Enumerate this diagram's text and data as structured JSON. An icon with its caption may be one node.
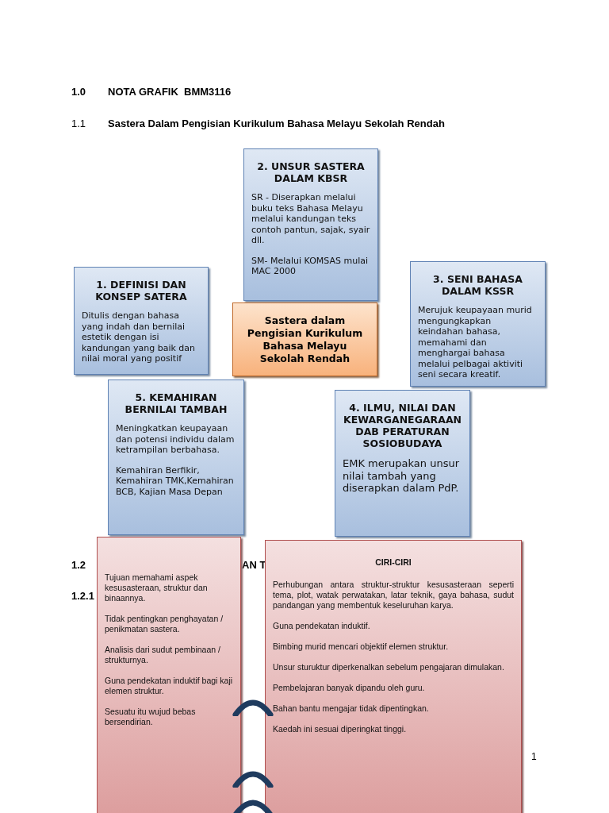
{
  "diagram": {
    "nodes": [
      {
        "text": [
          "2. UNSUR SASTERA DALAM KBSR",
          "SR - Diserapkan melalui buku teks Bahasa Melayu melalui kandungan teks contoh  pantun, sajak, syair dll.",
          "SM- Melalui KOMSAS mulai MAC 2000"
        ]
      },
      {
        "text": [
          "3. SENI BAHASA DALAM KSSR",
          "Merujuk keupayaan murid mengungkapkan keindahan bahasa, memahami dan menghargai bahasa melalui pelbagai aktiviti seni secara kreatif."
        ]
      },
      {
        "text": [
          "1. DEFINISI DAN KONSEP SATERA",
          "Ditulis dengan bahasa yang indah dan bernilai estetik dengan isi kandungan yang baik dan nilai moral yang positif"
        ]
      },
      {
        "text": [
          "Sastera dalam Pengisian Kurikulum  Bahasa Melayu Sekolah Rendah"
        ]
      },
      {
        "text": [
          "4. ILMU, NILAI DAN KEWARGANEGARAAN DAB PERATURAN SOSIOBUDAYA",
          "EMK merupakan unsur nilai tambah yang diserapkan dalam PdP."
        ]
      },
      {
        "text": [
          "5. KEMAHIRAN BERNILAI TAMBAH",
          "Meningkatkan keupayaan dan potensi individu dalam ketrampilan berbahasa.",
          "Kemahiran Berfikir, Kemahiran TMK,Kemahiran BCB, Kajian Masa Depan"
        ]
      },
      {
        "text": [
          "Tujuan memahami aspek kesusasteraan, struktur dan binaannya.",
          "Tidak pentingkan penghayatan / penikmatan sastera.",
          "Analisis dari sudut pembinaan / strukturnya.",
          "Guna pendekatan induktif bagi kaji elemen struktur.",
          "Sesuatu itu wujud bebas bersendirian."
        ]
      },
      {
        "text": [
          "CIRI-CIRI",
          "Perhubungan antara struktur-struktur kesusasteraan seperti tema, plot, watak perwatakan, latar teknik, gaya bahasa, sudut pandangan yang membentuk keseluruhan karya.",
          "Guna pendekatan induktif.",
          "Bimbing murid mencari objektif elemen struktur.",
          "Unsur sturuktur diperkenalkan sebelum pengajaran dimulakan.",
          "Pembelajaran banyak dipandu oleh guru.",
          "Bahan bantu mengajar tidak dipentingkan.",
          "Kaedah ini sesuai diperingkat tinggi."
        ]
      }
    ],
    "labels": [
      "1.0",
      "NOTA GRAFIK  BMM3116",
      "1.1",
      "Sastera Dalam Pengisian Kurikulum Bahasa Melayu Sekolah Rendah",
      "1.2",
      "AN T",
      "1.2.1",
      "1"
    ]
  }
}
